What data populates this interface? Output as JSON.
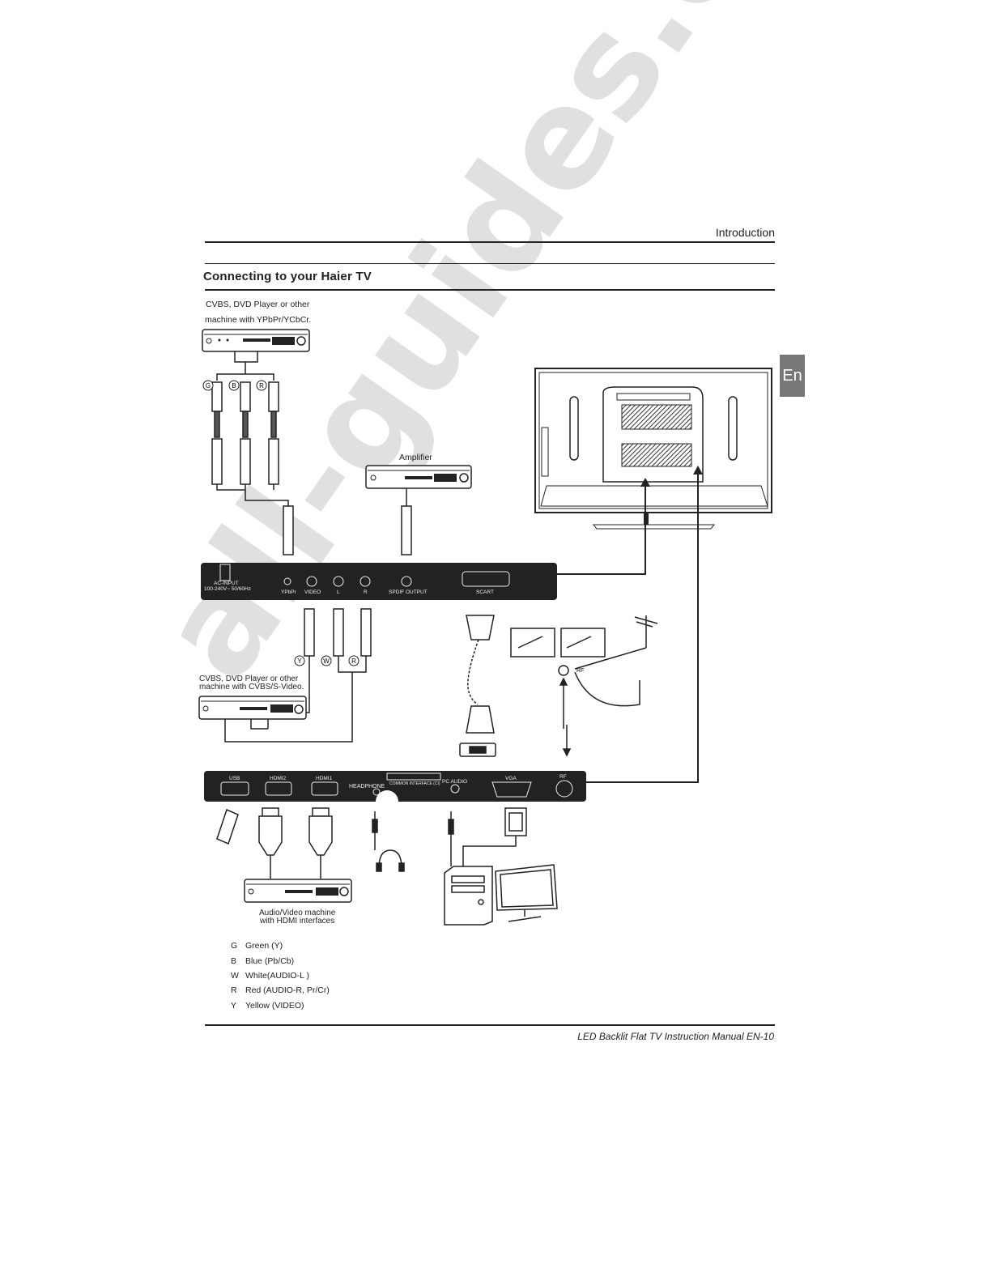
{
  "header": {
    "section": "Introduction",
    "title": "Connecting to your Haier TV",
    "lang_tab": "En"
  },
  "watermark": "all-guides.com",
  "labels": {
    "dvd_top_line1": "CVBS, DVD  Player or other",
    "dvd_top_line2": "machine with YPbPr/YCbCr.",
    "amplifier": "Amplifier",
    "dvd_mid_line1": "CVBS, DVD Player or other",
    "dvd_mid_line2": "machine with CVBS/S-Video.",
    "hdmi_machine_line1": "Audio/Video machine",
    "hdmi_machine_line2": "with HDMI interfaces"
  },
  "plug_markers": {
    "top": [
      "G",
      "B",
      "R"
    ],
    "mid": [
      "Y",
      "W",
      "R"
    ]
  },
  "top_panel": {
    "ac_input": "AC-INPUT",
    "ac_spec": "100-240V~  50/60Hz",
    "ports": [
      "YPbPr",
      "VIDEO",
      "L",
      "R",
      "SPDIF OUTPUT",
      "SCART"
    ]
  },
  "bottom_panel": {
    "ports": [
      "USB",
      "HDMI2",
      "HDMI1",
      "HEADPHONE",
      "COMMON INTERFACE (CI)",
      "PC AUDIO",
      "VGA",
      "RF"
    ]
  },
  "rf_label": "RF",
  "legend": [
    {
      "key": "G",
      "text": "Green (Y)"
    },
    {
      "key": "B",
      "text": "Blue (Pb/Cb)"
    },
    {
      "key": "W",
      "text": "White(AUDIO-L )"
    },
    {
      "key": "R",
      "text": "Red (AUDIO-R, Pr/Cr)"
    },
    {
      "key": "Y",
      "text": "Yellow (VIDEO)"
    }
  ],
  "footer": "LED Backlit Flat TV Instruction Manual EN-10"
}
